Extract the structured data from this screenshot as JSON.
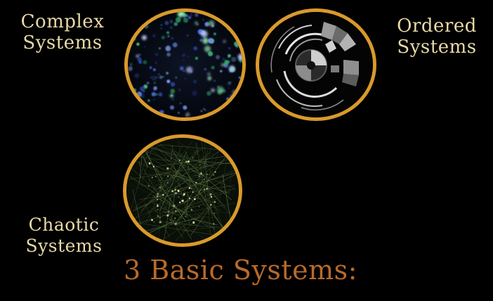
{
  "slide": {
    "title": "3 Basic Systems:",
    "labels": {
      "complex": [
        "Complex",
        "Systems"
      ],
      "ordered": [
        "Ordered",
        "Systems"
      ],
      "chaotic": [
        "Chaotic",
        "Systems"
      ]
    },
    "colors": {
      "background": "#000000",
      "label_text": "#e8d9a6",
      "title_text": "#b86a2a",
      "ring": "#d99a2b"
    },
    "images": {
      "complex": "complex-systems-particles-image",
      "ordered": "ordered-systems-arcs-image",
      "chaotic": "chaotic-systems-web-image"
    }
  }
}
